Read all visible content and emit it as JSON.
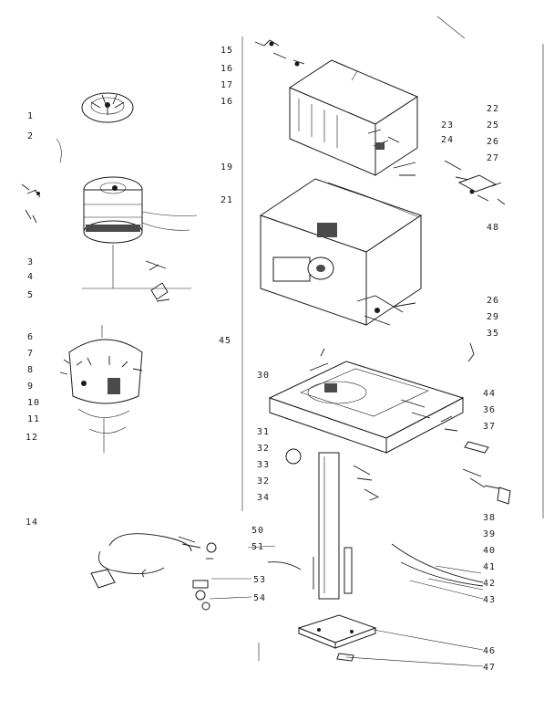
{
  "diagram": {
    "callouts": [
      {
        "id": "c1",
        "text": "1"
      },
      {
        "id": "c2",
        "text": "2"
      },
      {
        "id": "c3",
        "text": "3"
      },
      {
        "id": "c4",
        "text": "4"
      },
      {
        "id": "c5",
        "text": "5"
      },
      {
        "id": "c6",
        "text": "6"
      },
      {
        "id": "c7",
        "text": "7"
      },
      {
        "id": "c8",
        "text": "8"
      },
      {
        "id": "c9",
        "text": "9"
      },
      {
        "id": "c10",
        "text": "10"
      },
      {
        "id": "c11",
        "text": "11"
      },
      {
        "id": "c12",
        "text": "12"
      },
      {
        "id": "c14",
        "text": "14"
      },
      {
        "id": "c15",
        "text": "15"
      },
      {
        "id": "c16a",
        "text": "16"
      },
      {
        "id": "c17",
        "text": "17"
      },
      {
        "id": "c16b",
        "text": "16"
      },
      {
        "id": "c19",
        "text": "19"
      },
      {
        "id": "c21",
        "text": "21"
      },
      {
        "id": "c22",
        "text": "22"
      },
      {
        "id": "c23",
        "text": "23"
      },
      {
        "id": "c24",
        "text": "24"
      },
      {
        "id": "c25",
        "text": "25"
      },
      {
        "id": "c26a",
        "text": "26"
      },
      {
        "id": "c27",
        "text": "27"
      },
      {
        "id": "c48",
        "text": "48"
      },
      {
        "id": "c26b",
        "text": "26"
      },
      {
        "id": "c29",
        "text": "29"
      },
      {
        "id": "c35",
        "text": "35"
      },
      {
        "id": "c45",
        "text": "45"
      },
      {
        "id": "c30",
        "text": "30"
      },
      {
        "id": "c44",
        "text": "44"
      },
      {
        "id": "c36",
        "text": "36"
      },
      {
        "id": "c37",
        "text": "37"
      },
      {
        "id": "c31",
        "text": "31"
      },
      {
        "id": "c32a",
        "text": "32"
      },
      {
        "id": "c33",
        "text": "33"
      },
      {
        "id": "c32b",
        "text": "32"
      },
      {
        "id": "c34",
        "text": "34"
      },
      {
        "id": "c38",
        "text": "38"
      },
      {
        "id": "c39",
        "text": "39"
      },
      {
        "id": "c40",
        "text": "40"
      },
      {
        "id": "c41",
        "text": "41"
      },
      {
        "id": "c42",
        "text": "42"
      },
      {
        "id": "c43",
        "text": "43"
      },
      {
        "id": "c50",
        "text": "50"
      },
      {
        "id": "c51",
        "text": "51"
      },
      {
        "id": "c53",
        "text": "53"
      },
      {
        "id": "c54",
        "text": "54"
      },
      {
        "id": "c46",
        "text": "46"
      },
      {
        "id": "c47",
        "text": "47"
      }
    ]
  }
}
